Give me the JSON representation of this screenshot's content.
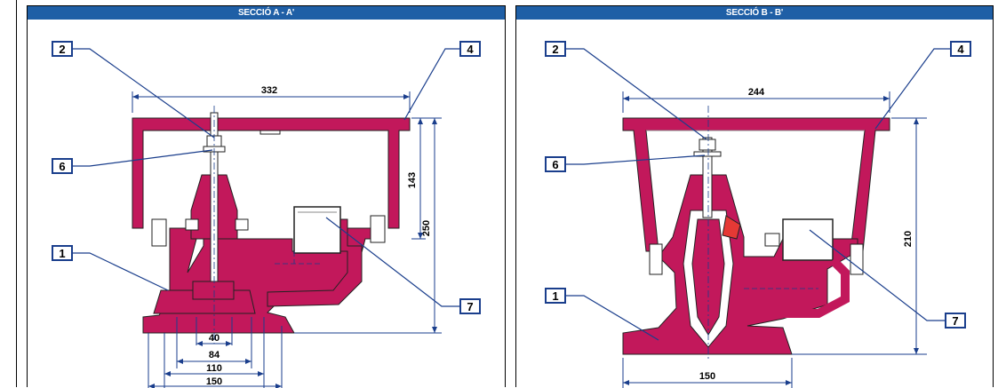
{
  "sections": [
    {
      "title": "SECCIÓ A - A'",
      "callouts": [
        "1",
        "2",
        "4",
        "6",
        "7"
      ],
      "dimensions": [
        "332",
        "143",
        "250",
        "40",
        "84",
        "110",
        "150"
      ]
    },
    {
      "title": "SECCIÓ B - B'",
      "callouts": [
        "1",
        "2",
        "4",
        "6",
        "7"
      ],
      "dimensions": [
        "244",
        "210",
        "150"
      ]
    }
  ],
  "colors": {
    "header": "#1f5fa6",
    "casting": "#c2185b",
    "dimension": "#1a3e8c"
  }
}
